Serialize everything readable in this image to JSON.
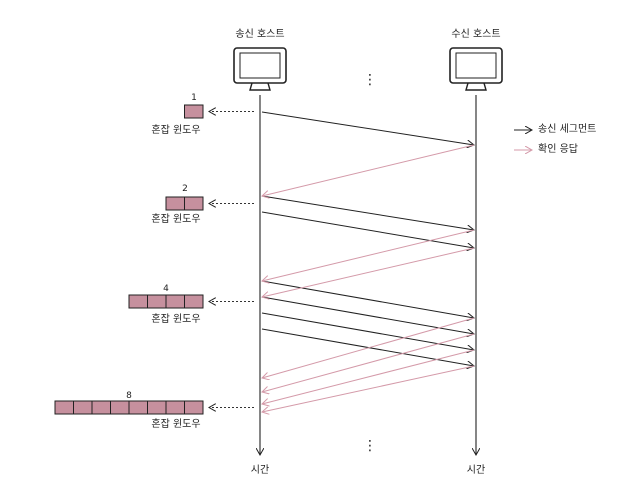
{
  "sender": {
    "label": "송신 호스트",
    "time_label": "시간"
  },
  "receiver": {
    "label": "수신 호스트",
    "time_label": "시간"
  },
  "legend": {
    "segment": {
      "label": "송신 세그먼트",
      "color": "#222222"
    },
    "ack": {
      "label": "확인 응답",
      "color": "#d49aa9"
    }
  },
  "ellipsis": "⋮",
  "window_label": "혼잡 윈도우",
  "window_fill": "#c6909e",
  "windows": [
    {
      "size": "1",
      "cells": 1
    },
    {
      "size": "2",
      "cells": 2
    },
    {
      "size": "4",
      "cells": 4
    },
    {
      "size": "8",
      "cells": 8
    }
  ]
}
